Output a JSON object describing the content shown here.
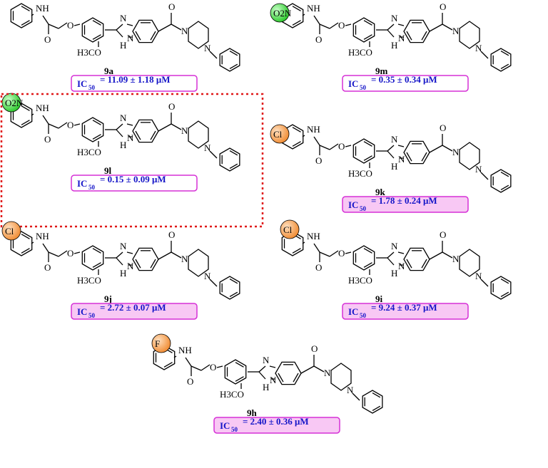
{
  "compounds": [
    {
      "id": "9a",
      "substituent": "",
      "ic50": "= 11.09 ± 1.18 μM",
      "box_style": "outline",
      "highlight": false
    },
    {
      "id": "9m",
      "substituent": "O2N",
      "sub_color": "#3fd93f",
      "ic50": "= 0.35 ± 0.34 μM",
      "box_style": "outline",
      "highlight": false
    },
    {
      "id": "9l",
      "substituent": "O2N",
      "sub_color": "#3fd93f",
      "ic50": "= 0.15 ± 0.09 μM",
      "box_style": "outline",
      "highlight": true
    },
    {
      "id": "9k",
      "substituent": "Cl",
      "sub_color": "#f7a24a",
      "ic50": "= 1.78 ± 0.24 μM",
      "box_style": "filled",
      "highlight": false
    },
    {
      "id": "9j",
      "substituent": "Cl",
      "sub_color": "#f7a24a",
      "ic50": "= 2.72 ± 0.07 μM",
      "box_style": "filled",
      "highlight": false
    },
    {
      "id": "9i",
      "substituent": "Cl",
      "sub_color": "#f7a24a",
      "ic50": "= 9.24 ± 0.37 μM",
      "box_style": "filled",
      "highlight": false
    },
    {
      "id": "9h",
      "substituent": "F",
      "sub_color": "#f7a24a",
      "ic50": "= 2.40 ± 0.36 μM",
      "box_style": "filled",
      "highlight": false
    }
  ],
  "labels": {
    "ic": "IC",
    "ic_sub": "50",
    "nh": "NH",
    "h": "H",
    "n": "N",
    "o": "O",
    "methoxy": "H3CO",
    "methoxy_h": "H",
    "methoxy_3": "3",
    "methoxy_co": "CO"
  },
  "colors": {
    "ic50_text": "#1515c8",
    "box_border": "#d630d6",
    "box_fill": "#f8c8f4",
    "highlight_border": "#e01818",
    "nitro_circle": "#3fd93f",
    "halogen_circle": "#f7a24a"
  }
}
